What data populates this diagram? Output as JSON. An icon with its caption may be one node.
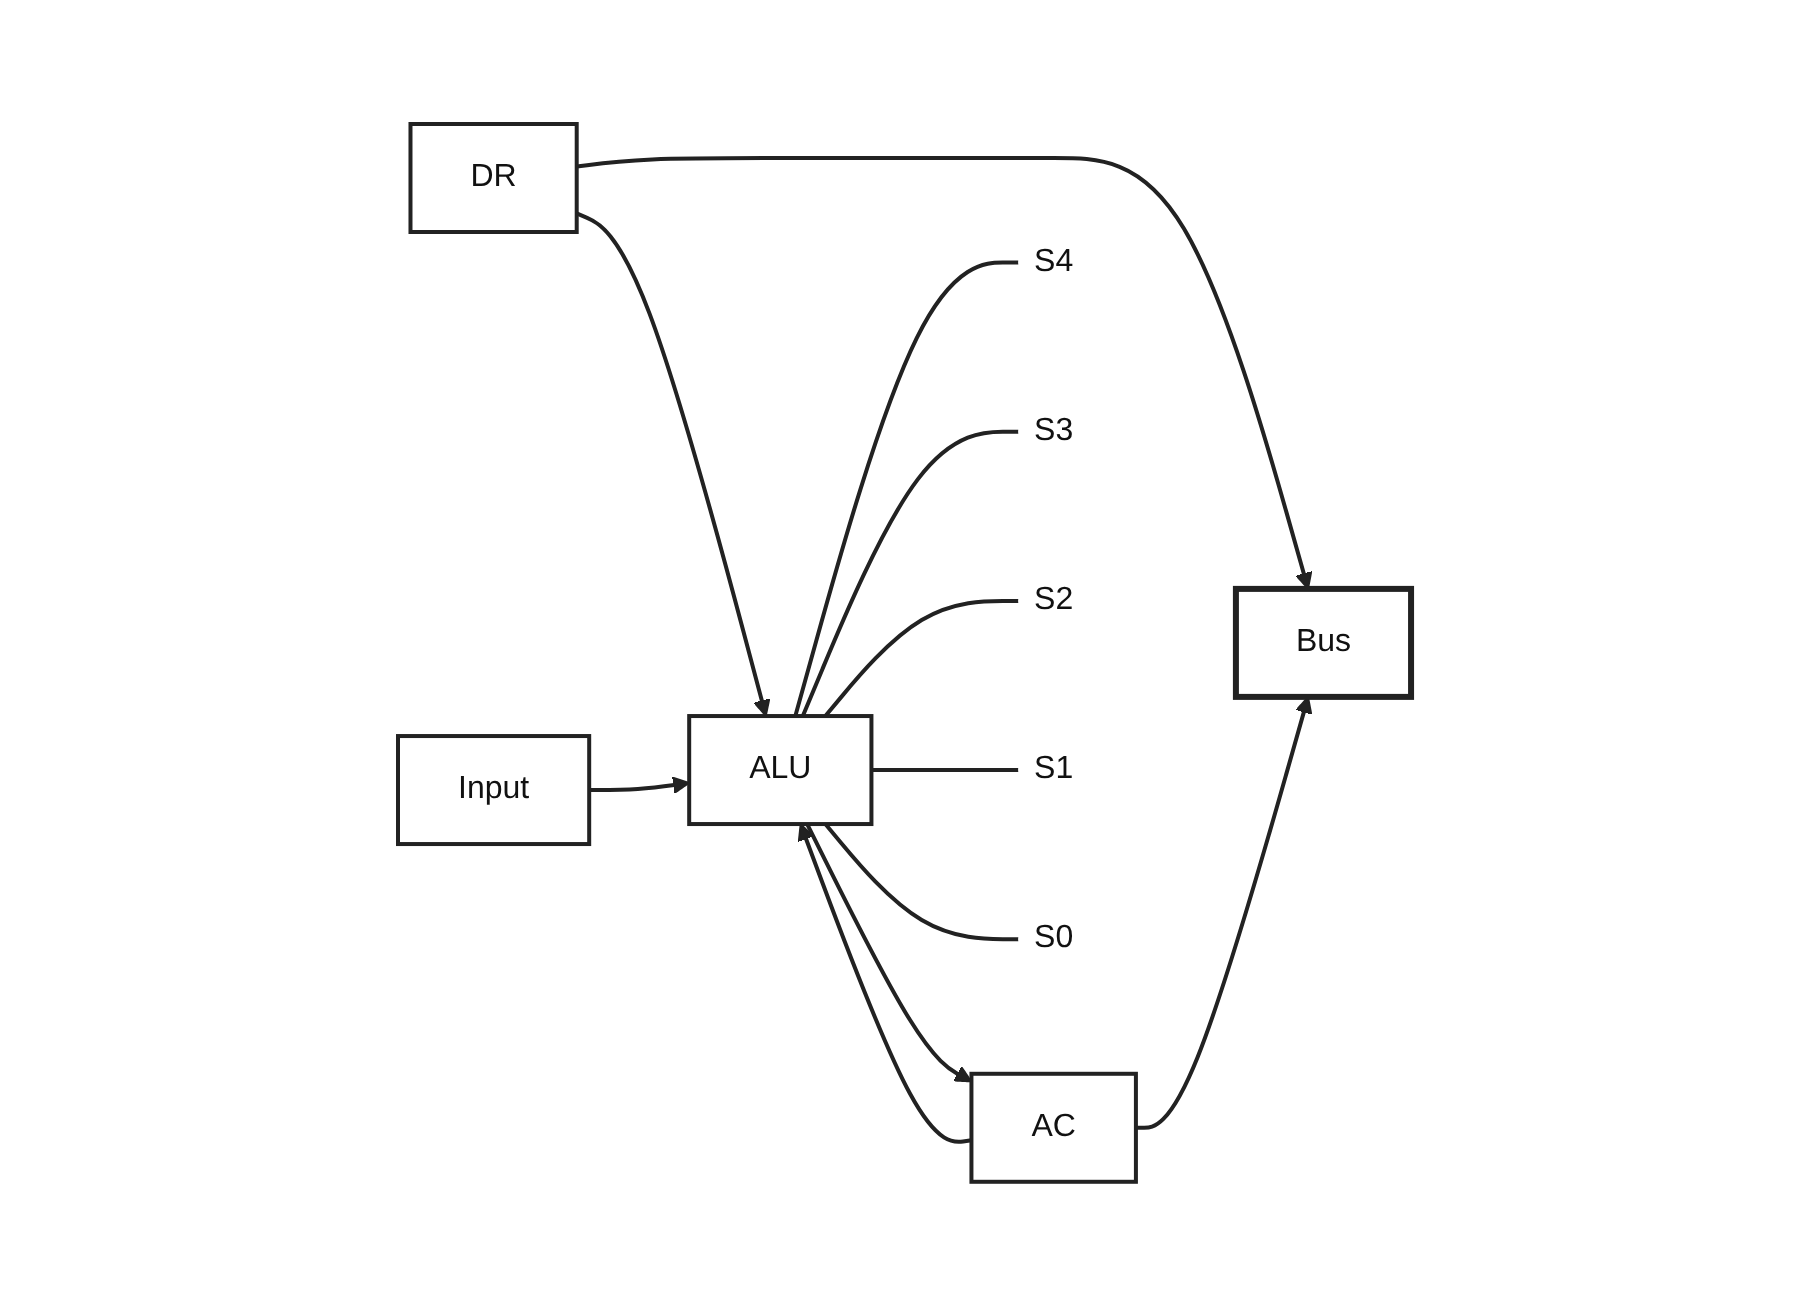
{
  "diagram": {
    "nodes": [
      {
        "text": [
          "DR"
        ]
      },
      {
        "text": [
          "ALU"
        ]
      },
      {
        "text": [
          "AC"
        ]
      },
      {
        "text": [
          "Bus"
        ]
      },
      {
        "text": [
          "Input"
        ]
      },
      {
        "text": [
          "S4"
        ]
      },
      {
        "text": [
          "S3"
        ]
      },
      {
        "text": [
          "S2"
        ]
      },
      {
        "text": [
          "S1"
        ]
      },
      {
        "text": [
          "S0"
        ]
      }
    ],
    "edges": [
      {
        "from": 0,
        "to": 3,
        "arrow": "to"
      },
      {
        "from": 0,
        "to": 1,
        "arrow": "to"
      },
      {
        "from": 1,
        "to": 2,
        "arrow": "to"
      },
      {
        "from": 2,
        "to": 3,
        "arrow": "to"
      },
      {
        "from": 2,
        "to": 1,
        "arrow": "to"
      },
      {
        "from": 4,
        "to": 1,
        "arrow": "to"
      },
      {
        "from": 1,
        "to": 5,
        "arrow": "none"
      },
      {
        "from": 1,
        "to": 6,
        "arrow": "none"
      },
      {
        "from": 1,
        "to": 7,
        "arrow": "none"
      },
      {
        "from": 1,
        "to": 8,
        "arrow": "none"
      },
      {
        "from": 1,
        "to": 9,
        "arrow": "none"
      }
    ]
  }
}
